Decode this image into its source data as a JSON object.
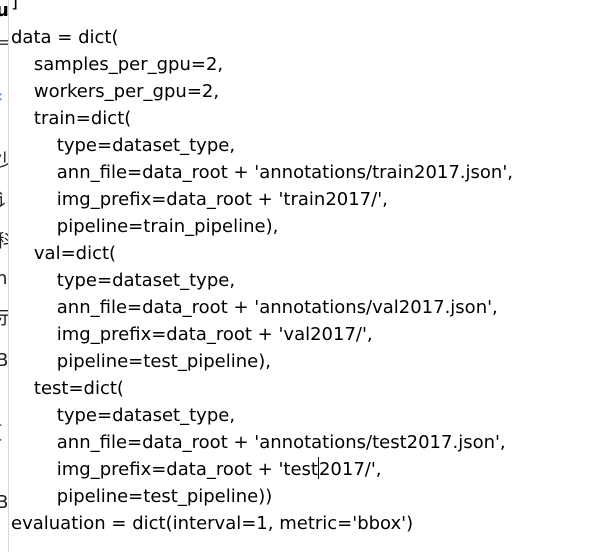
{
  "left_fragments": [
    {
      "text": "u",
      "color": "#000000"
    },
    {
      "text": "=",
      "color": "#444444"
    },
    {
      "text": "‹",
      "color": "#3b7bd6"
    },
    {
      "text": "少",
      "color": "#222222"
    },
    {
      "text": "讠",
      "color": "#222222"
    },
    {
      "text": "科",
      "color": "#222222"
    },
    {
      "text": "n",
      "color": "#222222"
    },
    {
      "text": "示",
      "color": "#222222"
    },
    {
      "text": "B",
      "color": "#222222"
    },
    {
      "text": "[",
      "color": "#222222"
    },
    {
      "text": "B",
      "color": "#222222"
    }
  ],
  "code": {
    "lines": [
      "]",
      "data = dict(",
      "    samples_per_gpu=2,",
      "    workers_per_gpu=2,",
      "    train=dict(",
      "        type=dataset_type,",
      "        ann_file=data_root + 'annotations/train2017.json',",
      "        img_prefix=data_root + 'train2017/',",
      "        pipeline=train_pipeline),",
      "    val=dict(",
      "        type=dataset_type,",
      "        ann_file=data_root + 'annotations/val2017.json',",
      "        img_prefix=data_root + 'val2017/',",
      "        pipeline=test_pipeline),",
      "    test=dict(",
      "        type=dataset_type,",
      "        ann_file=data_root + 'annotations/test2017.json',",
      "        img_prefix=data_root + 'test2017/',",
      "        pipeline=test_pipeline))",
      "evaluation = dict(interval=1, metric='bbox')"
    ],
    "caret_line": 17,
    "caret_before": "        img_prefix=data_root + 'test",
    "caret_after": "2017/',"
  }
}
